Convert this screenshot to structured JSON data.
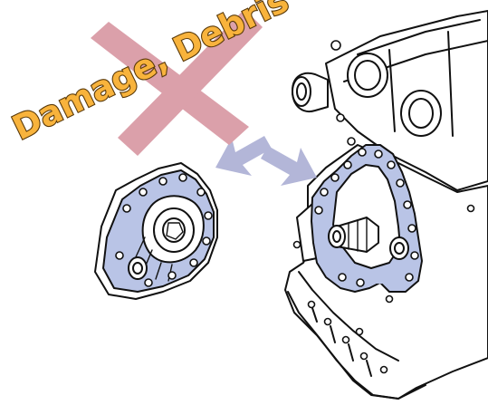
{
  "warning": {
    "label": "Damage, Debris",
    "cross_color": "#dba0aa",
    "text_color": "#f8b33c"
  },
  "colors": {
    "gasket": "#b9c4e6",
    "arrows": "#b3b6d8",
    "outline": "#111111"
  },
  "parts": {
    "left_part": "oil-pump-cover-with-gasket-surface",
    "right_part": "engine-block-oil-pump-mounting-surface"
  }
}
